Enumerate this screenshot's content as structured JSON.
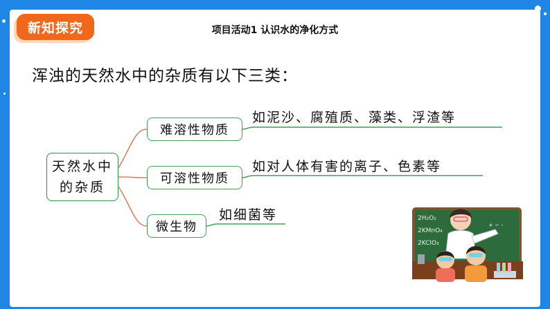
{
  "header": {
    "tag_label": "新知探究",
    "title": "项目活动1  认识水的净化方式"
  },
  "lead_text": "浑浊的天然水中的杂质有以下三类：",
  "mindmap": {
    "root": {
      "line1": "天然水中",
      "line2": "的杂质"
    },
    "branches": [
      {
        "label": "难溶性物质",
        "example": "如泥沙、腐殖质、藻类、浮渣等"
      },
      {
        "label": "可溶性物质",
        "example": "如对人体有害的离子、色素等"
      },
      {
        "label": "微生物",
        "example": "如细菌等"
      }
    ]
  },
  "illustration": {
    "name": "teacher-and-students-lab",
    "board_text": [
      "2H₂O₂",
      "2KMnO₄",
      "2KClO₃"
    ]
  },
  "colors": {
    "frame": "#1f86e6",
    "tag": "#f0681c",
    "branch_line": "#d9805f",
    "box_border": "#3f9d5a",
    "underline": "#3f9d5a"
  }
}
